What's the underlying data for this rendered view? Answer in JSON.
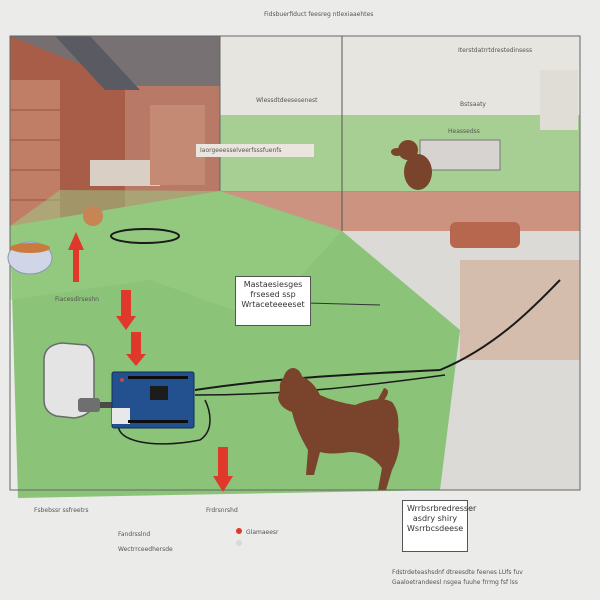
{
  "labels": {
    "top_header": "Fidsbuerfiduct feesreg ntlexiaaehtes",
    "upper_right_note": "Iterstdatrrtdrestedinsess",
    "upper_mid_note": "Wlessdtdeesesenest",
    "room_tag": "Bstsaaty",
    "room_tag_2": "Heassedss",
    "yard_note": "Iaorgeeesselveerfsssfuenfs",
    "left_small_note": "Fiacesdlrseshn",
    "bottom_left_note": "Fsbebssr ssfreetrs",
    "bottom_mid_note": "Frdrsnrshd",
    "legend_line_1": "Fandrsslnd",
    "legend_line_2": "Glamaeesr",
    "legend_line_3": "Wectrrceedhersde",
    "footer_line_1": "Fdstrdeteashsdnf dtreesdte feenes LUfs fuv",
    "footer_line_2": "Gaaloetrandeesl nsgea fuuhe frrmg fsf lss"
  },
  "callout_center": {
    "line1": "Mastaesiesges",
    "line2": "frsesed ssp",
    "line3": "Wrtaceteeeeset"
  },
  "callout_bottom_right": {
    "line1": "Wrrbsrbredresser",
    "line2": "asdry shiry",
    "line3": "Wsrrbcsdeese"
  },
  "colors": {
    "grass": "#8bc378",
    "house_wall": "#b06a55",
    "roof": "#6d6a6a",
    "arrow_red": "#e0392b",
    "dog": "#7a432c",
    "board": "#23508f",
    "wire": "#1a1a1a"
  },
  "icons": [
    "house",
    "dog-icon",
    "arduino-board",
    "power-adapter",
    "wire-loop",
    "red-arrow",
    "bowl"
  ]
}
